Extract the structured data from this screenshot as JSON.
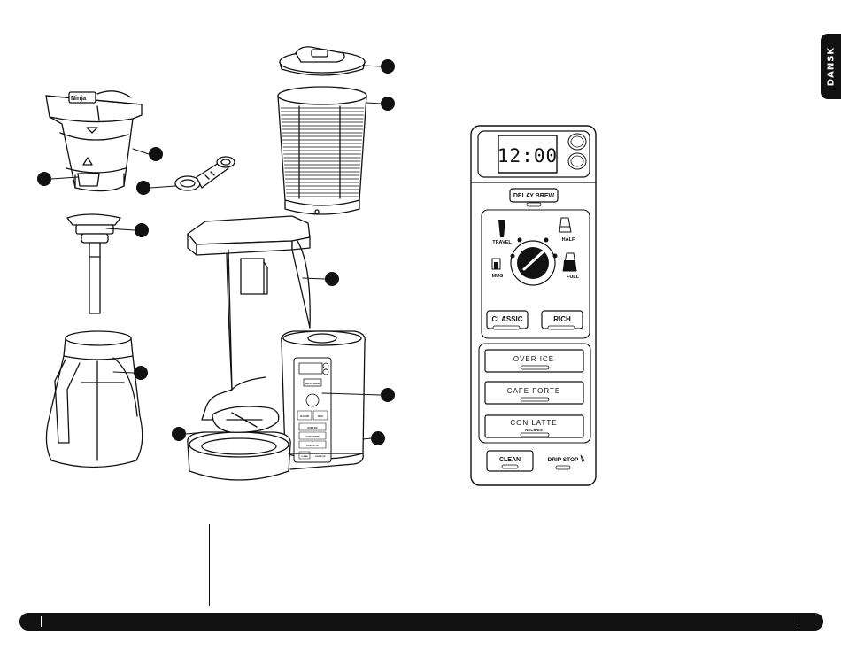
{
  "language_tab": "DANSK",
  "panel": {
    "clock": "12:00",
    "delay_brew": "DELAY BREW",
    "sizes": {
      "travel": "TRAVEL",
      "half": "HALF",
      "mug": "MUG",
      "full": "FULL"
    },
    "classic": "CLASSIC",
    "rich": "RICH",
    "over_ice": "OVER ICE",
    "cafe_forte": "CAFE FORTE",
    "con_latte": "CON LATTE",
    "recipes": "RECIPES",
    "clean": "CLEAN",
    "drip_stop": "DRIP STOP"
  },
  "mini_panel": {
    "delay": "DELAY BREW",
    "classic": "CLASSIC",
    "rich": "RICH",
    "over_ice": "OVER ICE",
    "cafe_forte": "CAFE FORTE",
    "con_latte": "CON LATTE",
    "clean": "CLEAN",
    "drip_stop": "DRIP STOP"
  },
  "colors": {
    "ink": "#111111",
    "paper": "#ffffff"
  }
}
